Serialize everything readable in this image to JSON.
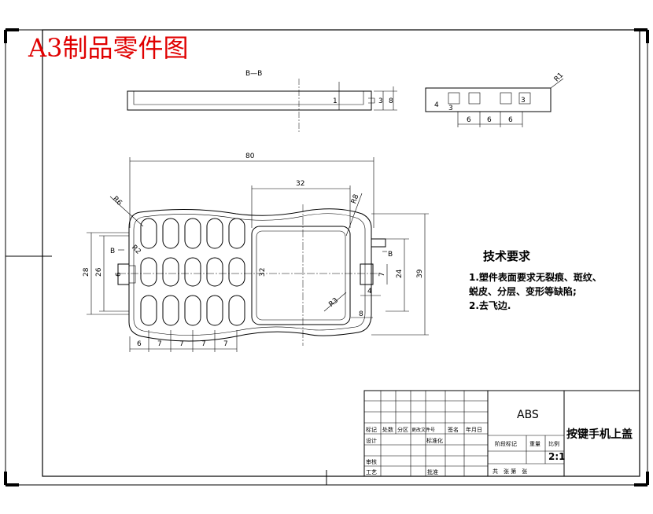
{
  "sheet_title": "A3制品零件图",
  "section_label": "B—B",
  "dimensions": {
    "overall_length": "80",
    "screen_width": "32",
    "height_outer": "28",
    "height_inner": "26",
    "overall_height": "39",
    "screen_height": "32",
    "right_tab": "24",
    "right_tab2": "7",
    "left_slot": "6",
    "radius_top_left": "R6",
    "radius_top_right": "R8",
    "radius_inner": "R3",
    "radius_small": "R2",
    "radius_corner": "R1",
    "section_thickness": "1",
    "section_depth": "3",
    "section_height": "8",
    "detail_h1": "4",
    "detail_h2": "3",
    "detail_h3": "3",
    "detail_pitch": [
      "6",
      "6",
      "6"
    ],
    "slot_depth": "4",
    "tab_len": "8",
    "key_pitch": [
      "6",
      "7",
      "7",
      "7",
      "7"
    ],
    "section_mark_left": "B",
    "section_mark_right": "B"
  },
  "requirements": {
    "heading": "技术要求",
    "line1": "1.塑件表面要求无裂痕、斑纹、",
    "line2": "蜕皮、分层、变形等缺陷;",
    "line3": "2.去飞边."
  },
  "title_block": {
    "material": "ABS",
    "part_name": "按键手机上盖",
    "scale": "2:1",
    "labels": {
      "mark": "标记",
      "count": "处数",
      "zone": "分区",
      "doc": "更改文件号",
      "sign": "签名",
      "date": "年月日",
      "design": "设计",
      "standard": "标准化",
      "stage": "阶段标记",
      "weight": "重量",
      "ratio": "比例",
      "review": "审核",
      "process": "工艺",
      "approve": "批准",
      "sheets": "共　张 第　张"
    }
  }
}
